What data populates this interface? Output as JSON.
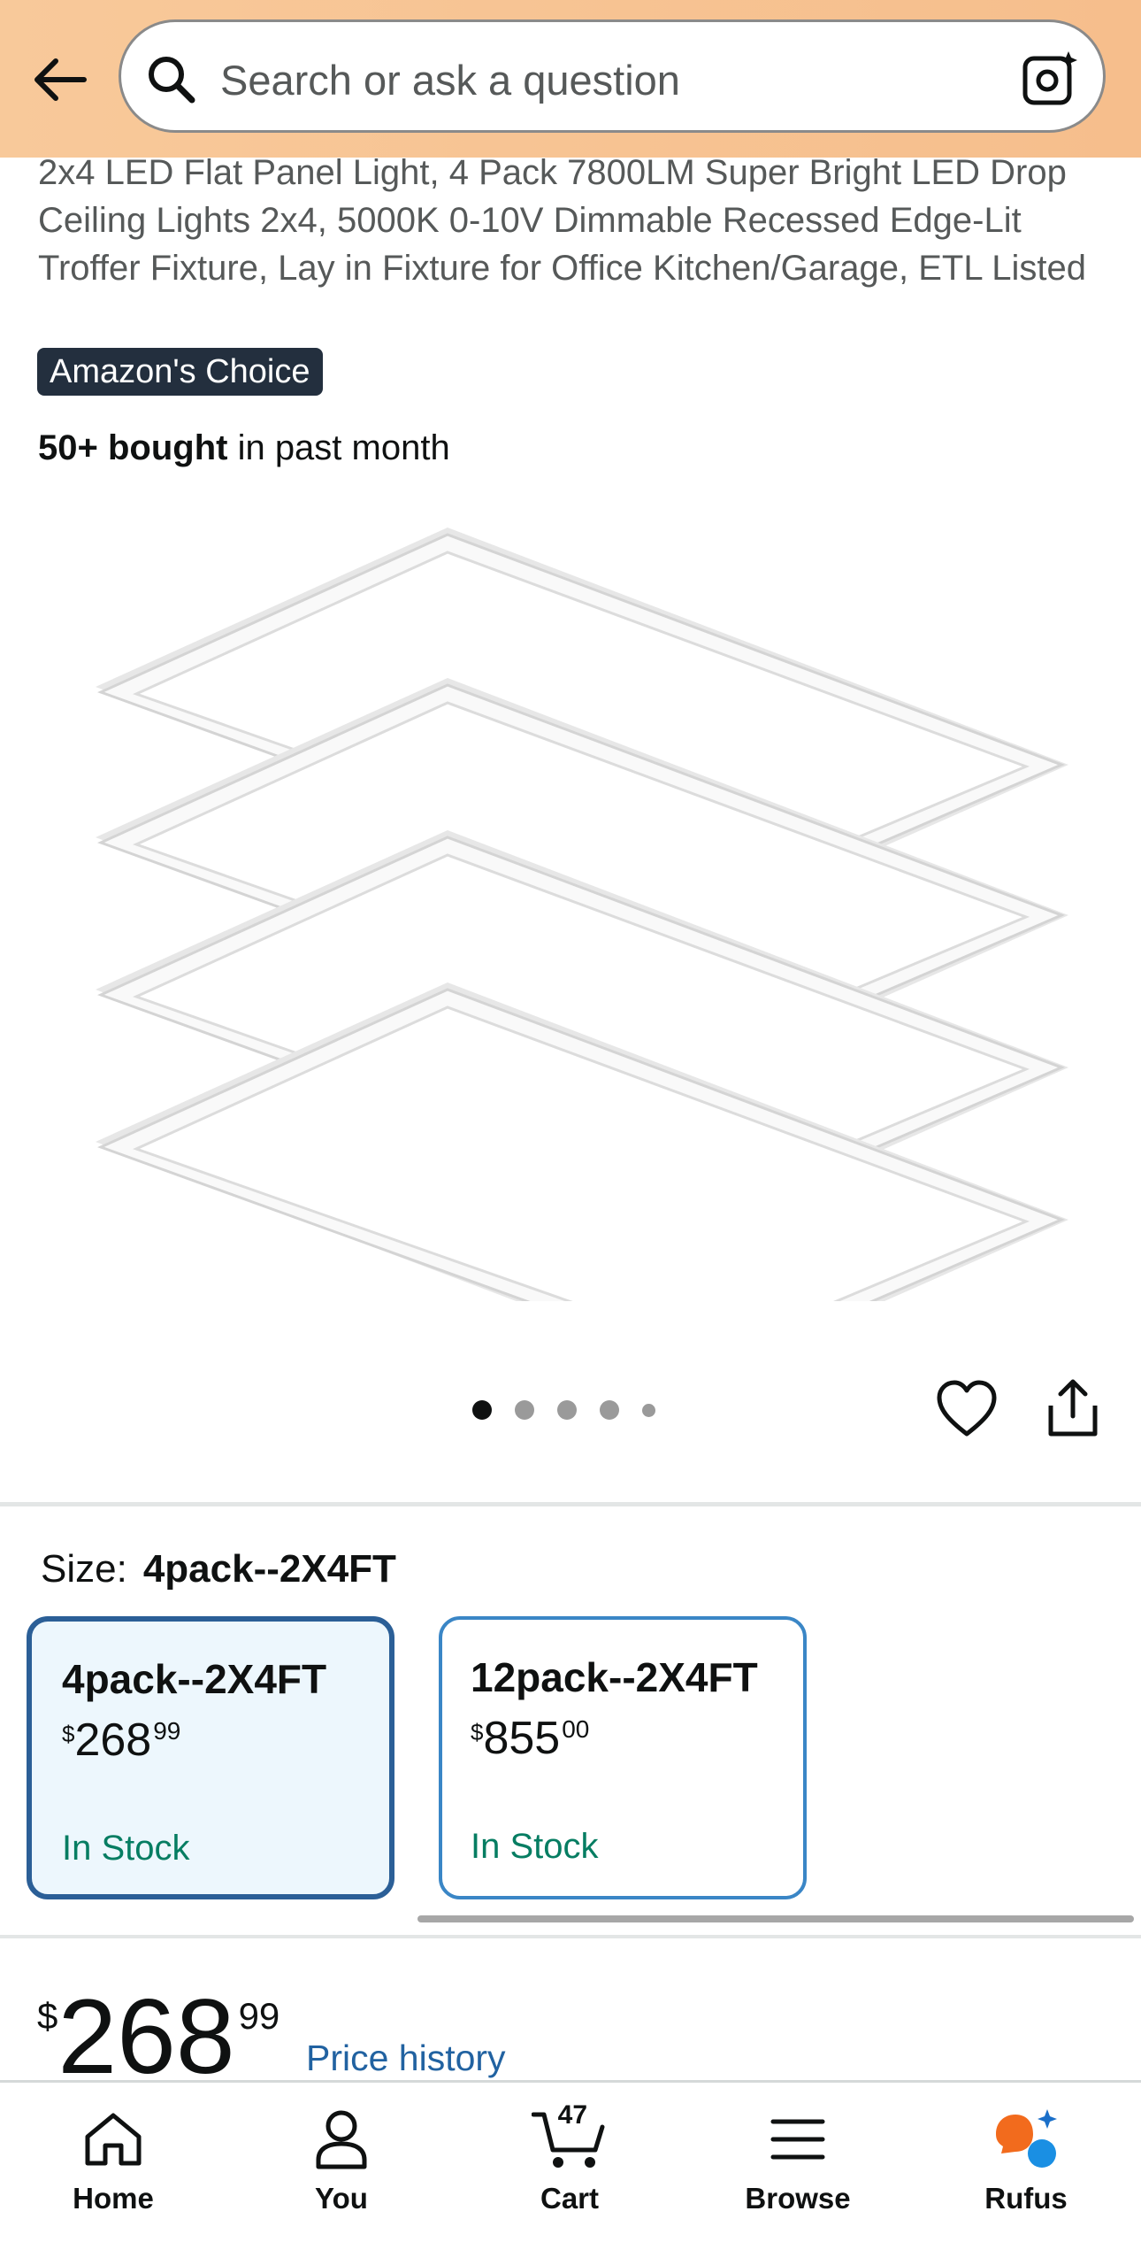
{
  "header": {
    "search_placeholder": "Search or ask a question"
  },
  "product": {
    "title": "2x4 LED Flat Panel Light, 4 Pack 7800LM Super Bright LED Drop Ceiling Lights 2x4, 5000K 0-10V Dimmable Recessed Edge-Lit Troffer Fixture, Lay in Fixture for Office Kitchen/Garage, ETL Listed",
    "badge": "Amazon's Choice",
    "bought_bold": "50+ bought",
    "bought_rest": " in past month"
  },
  "carousel": {
    "total": 5,
    "active_index": 0
  },
  "size": {
    "label": "Size:",
    "selected": "4pack--2X4FT",
    "options": [
      {
        "name": "4pack--2X4FT",
        "currency": "$",
        "whole": "268",
        "fraction": "99",
        "stock": "In Stock"
      },
      {
        "name": "12pack--2X4FT",
        "currency": "$",
        "whole": "855",
        "fraction": "00",
        "stock": "In Stock"
      }
    ]
  },
  "price": {
    "currency": "$",
    "whole": "268",
    "fraction": "99",
    "history_link": "Price history"
  },
  "bottom_nav": {
    "items": [
      {
        "label": "Home"
      },
      {
        "label": "You"
      },
      {
        "label": "Cart"
      },
      {
        "label": "Browse"
      },
      {
        "label": "Rufus"
      }
    ],
    "cart_count": "47"
  },
  "colors": {
    "header_bg": "#f8c99a",
    "badge_bg": "#232f3e",
    "link": "#2162a1",
    "stock": "#067d62",
    "selected_border": "#2b5f97"
  }
}
